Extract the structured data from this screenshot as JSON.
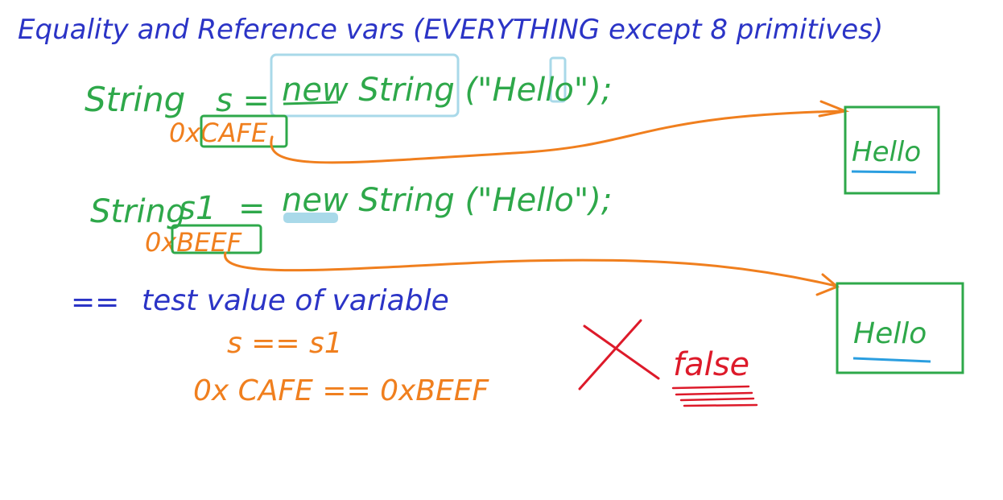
{
  "colors": {
    "blue": "#2b34c6",
    "green": "#2ea84a",
    "orange": "#f07f1e",
    "red": "#dd1a2a",
    "light_blue": "#a9d9e9",
    "underline_blue": "#2a9ee0"
  },
  "title": "Equality and Reference vars (EVERYTHING except 8 primitives)",
  "line1": {
    "type": "String",
    "var": "s =",
    "expr": "new String (\"Hello\");",
    "address": "0xCAFE"
  },
  "line2": {
    "type": "String",
    "var": "s1",
    "eq": "=",
    "expr": "new String (\"Hello\");",
    "address": "0xBEEF"
  },
  "objects": [
    {
      "label": "Hello"
    },
    {
      "label": "Hello"
    }
  ],
  "note": {
    "operator": "==",
    "text": "test value of variable"
  },
  "comparison": {
    "vars": "s == s1",
    "addresses": "0x CAFE == 0xBEEF",
    "result": "false"
  }
}
